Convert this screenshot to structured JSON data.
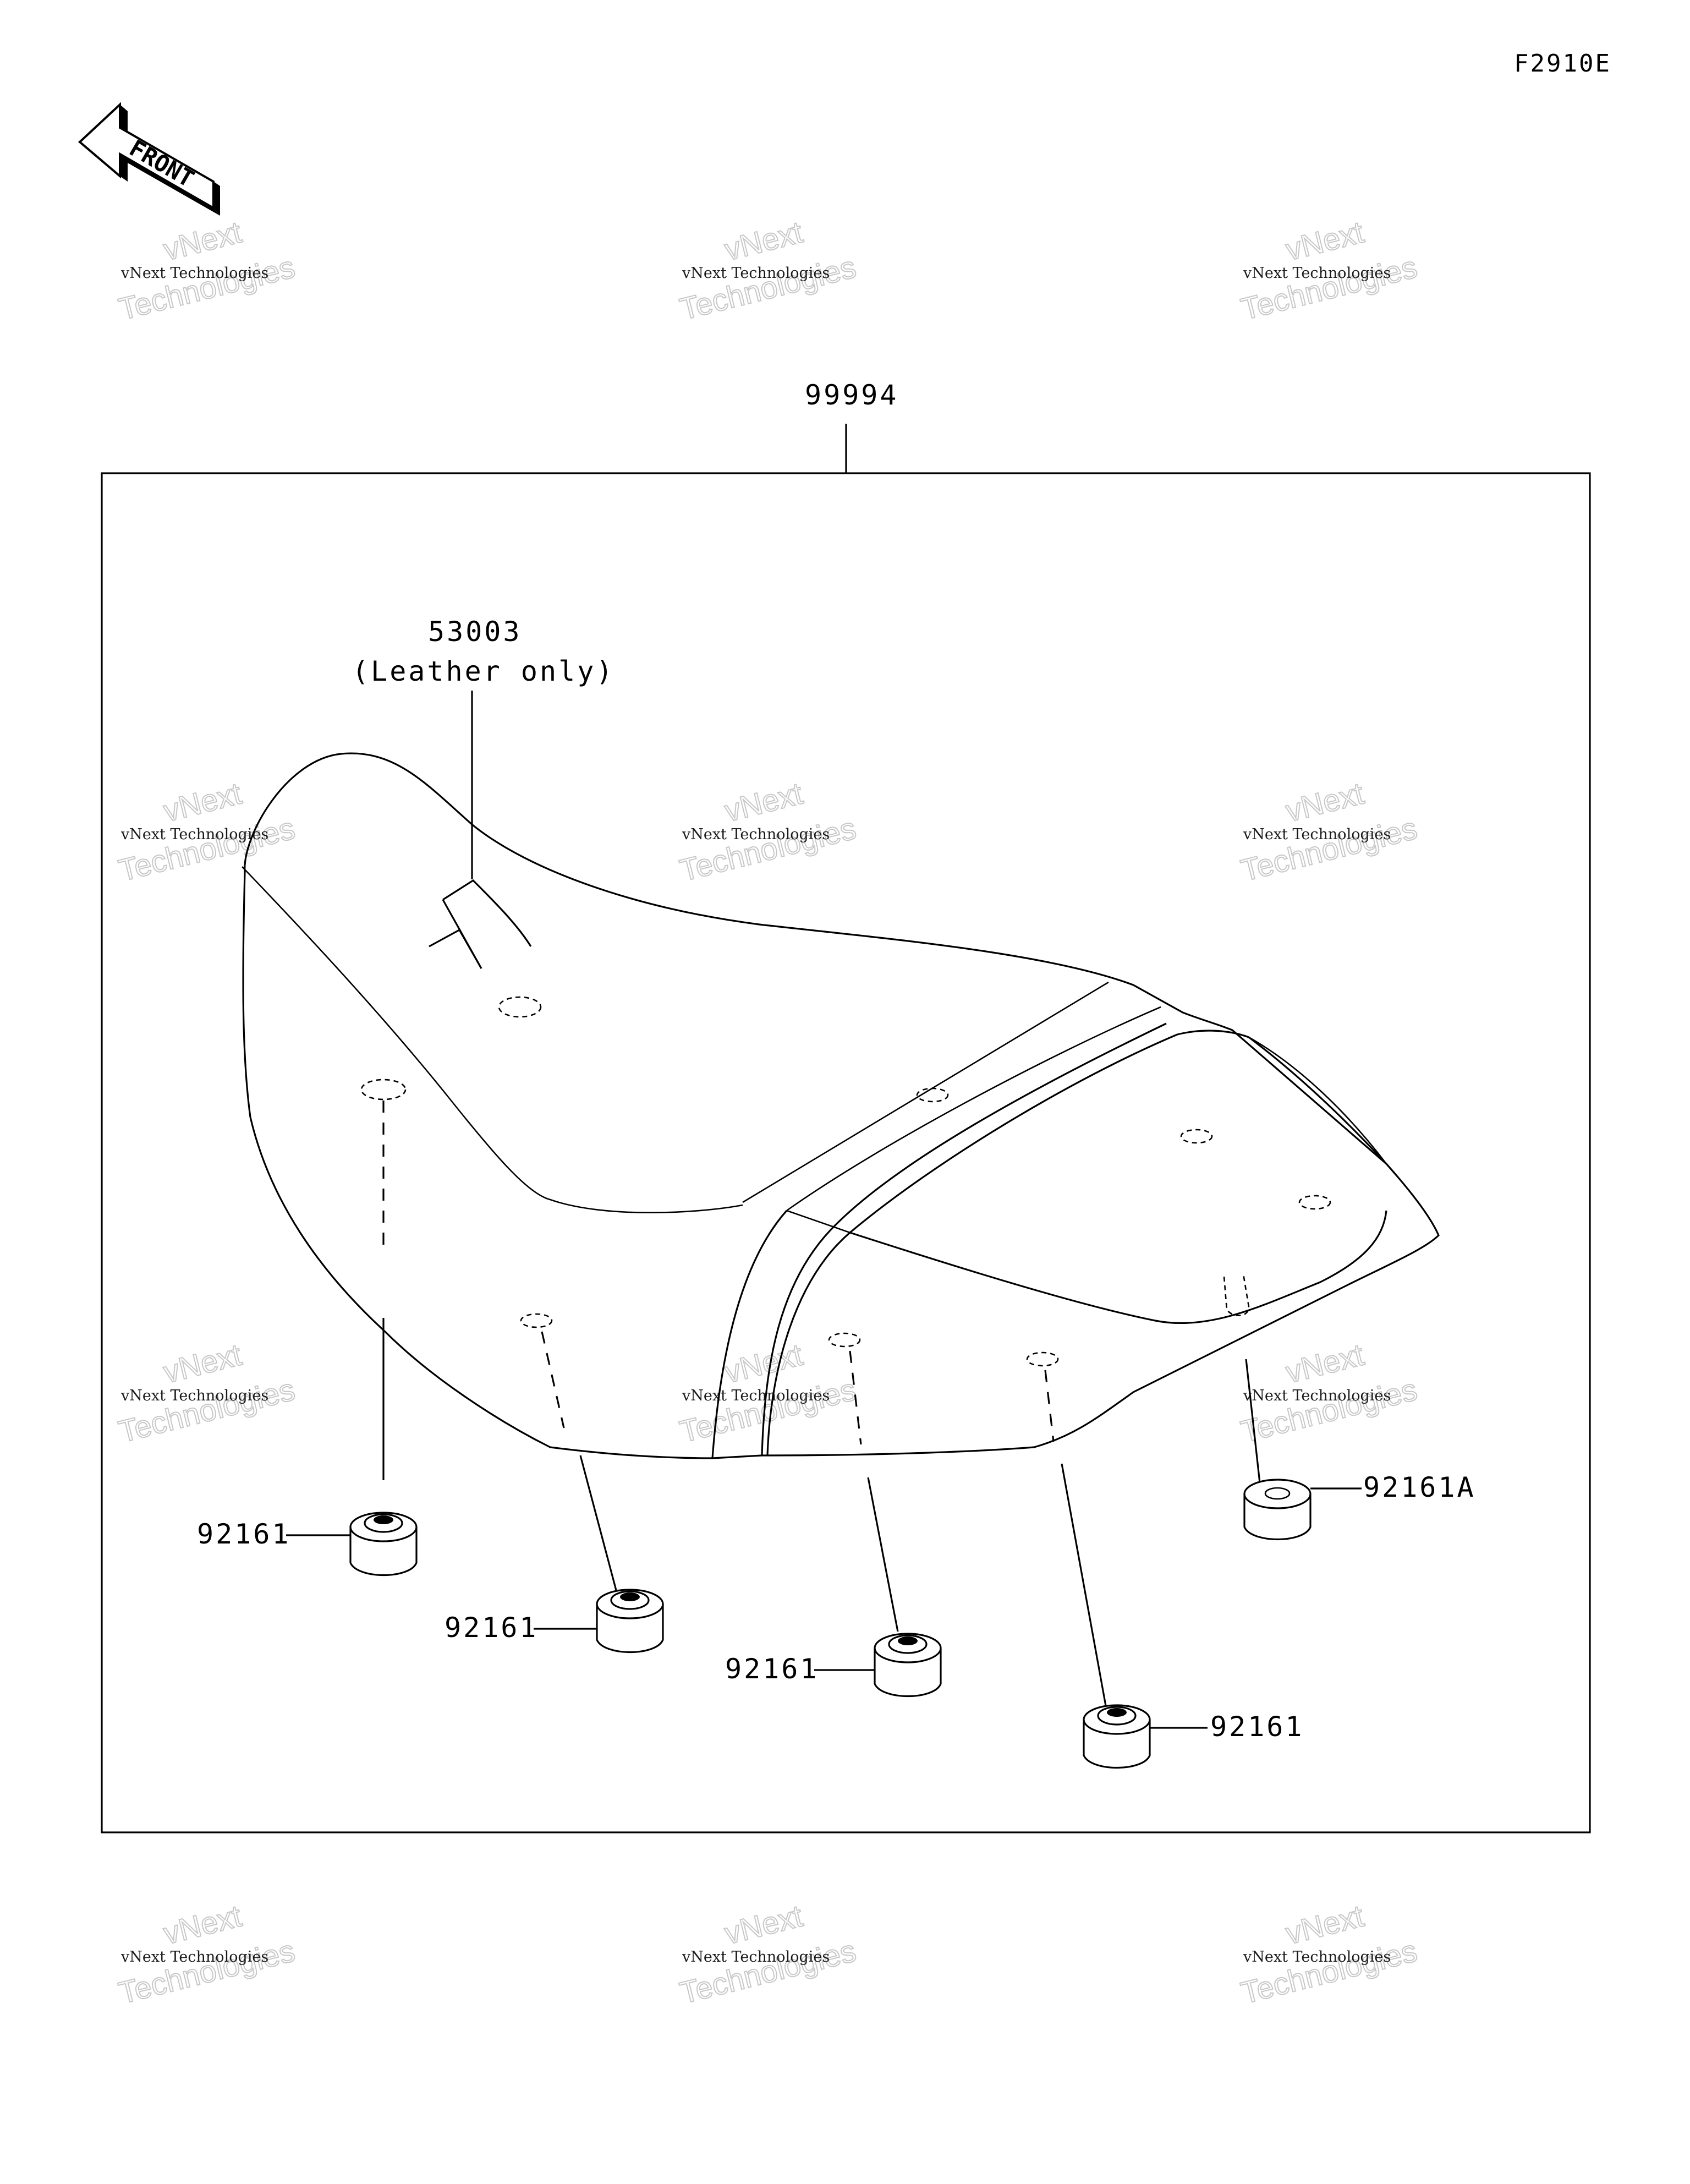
{
  "figure_code": "F2910E",
  "front_label": "FRONT",
  "watermark": {
    "line1": "vNext Technologies",
    "line2": "vNext",
    "line3": "Technologies"
  },
  "parts": {
    "assembly": "99994",
    "seat_cover": "53003",
    "seat_cover_note": "(Leather only)",
    "damper_1": "92161",
    "damper_2": "92161",
    "damper_3": "92161",
    "damper_4": "92161",
    "damper_5": "92161A"
  }
}
